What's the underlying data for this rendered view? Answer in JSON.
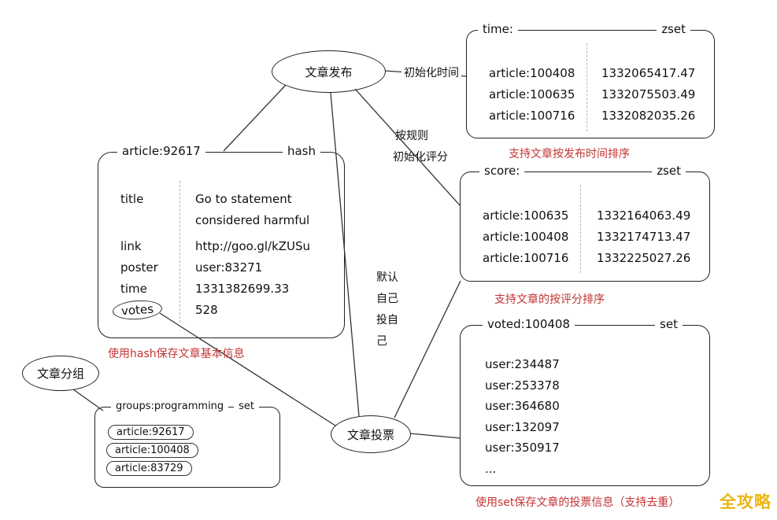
{
  "nodes": {
    "publish": "文章发布",
    "group": "文章分组",
    "vote": "文章投票"
  },
  "edge_labels": {
    "init_time": "初始化时间",
    "rule_line1": "按规则",
    "rule_line2": "初始化评分",
    "self_vote_lines": [
      "默认",
      "自己",
      "投自",
      "己"
    ]
  },
  "boxes": {
    "time": {
      "title": "time:",
      "type": "zset",
      "rows": [
        {
          "key": "article:100408",
          "value": "1332065417.47"
        },
        {
          "key": "article:100635",
          "value": "1332075503.49"
        },
        {
          "key": "article:100716",
          "value": "1332082035.26"
        }
      ],
      "caption": "支持文章按发布时间排序"
    },
    "score": {
      "title": "score:",
      "type": "zset",
      "rows": [
        {
          "key": "article:100635",
          "value": "1332164063.49"
        },
        {
          "key": "article:100408",
          "value": "1332174713.47"
        },
        {
          "key": "article:100716",
          "value": "1332225027.26"
        }
      ],
      "caption": "支持文章的按评分排序"
    },
    "hash": {
      "title": "article:92617",
      "type": "hash",
      "rows": [
        {
          "key": "title",
          "value": "Go to statement considered harmful"
        },
        {
          "key": "link",
          "value": "http://goo.gl/kZUSu"
        },
        {
          "key": "poster",
          "value": "user:83271"
        },
        {
          "key": "time",
          "value": "1331382699.33"
        },
        {
          "key": "votes",
          "value": "528"
        }
      ],
      "caption": "使用hash保存文章基本信息"
    },
    "voted": {
      "title": "voted:100408",
      "type": "set",
      "items": [
        "user:234487",
        "user:253378",
        "user:364680",
        "user:132097",
        "user:350917",
        "..."
      ],
      "caption": "使用set保存文章的投票信息（支持去重）"
    },
    "groups": {
      "title": "groups:programming",
      "type": "set",
      "items": [
        "article:92617",
        "article:100408",
        "article:83729"
      ]
    }
  },
  "watermark": "全攻略"
}
